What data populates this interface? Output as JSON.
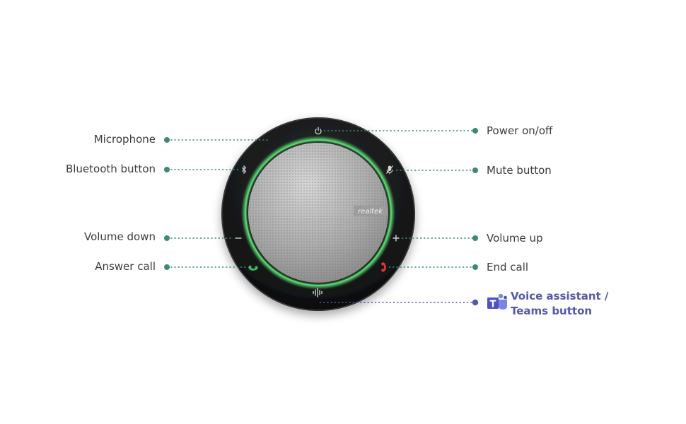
{
  "device": {
    "brand_mark": "realtek"
  },
  "callouts": {
    "microphone": "Microphone",
    "bluetooth_button": "Bluetooth button",
    "volume_down": "Volume down",
    "answer_call": "Answer call",
    "power": "Power on/off",
    "mute_button": "Mute button",
    "volume_up": "Volume up",
    "end_call": "End call",
    "voice_assistant_line1": "Voice assistant /",
    "voice_assistant_line2": "Teams button"
  },
  "colors": {
    "callout_green": "#3e8a6c",
    "teams_purple": "#5458a8",
    "ring_green": "#4fc266",
    "label_text": "#3b3b3b"
  },
  "icons": [
    "power-icon",
    "bluetooth-icon",
    "mute-icon",
    "volume-down-icon",
    "volume-up-icon",
    "answer-call-icon",
    "end-call-icon",
    "voice-assistant-icon",
    "teams-logo-icon"
  ]
}
